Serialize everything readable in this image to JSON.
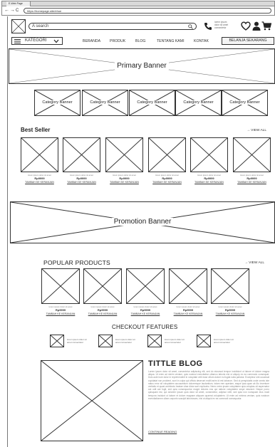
{
  "browser": {
    "tab_title": "E-Web Page",
    "url": "https://homepage.site/ehue",
    "back": "←",
    "forward": "→",
    "reload": "C"
  },
  "header": {
    "search_placeholder": "A search",
    "contact_lines": [
      "lorem ipsum",
      "dolor sit amet",
      "consectetur"
    ],
    "icons": [
      "logo-placeholder-icon",
      "search-icon",
      "phone-icon",
      "heart-icon",
      "user-icon",
      "cart-icon"
    ]
  },
  "nav": {
    "category_label": "KATEGORI",
    "links": [
      "BERANDA",
      "PRODUK",
      "BLOG",
      "TENTANG KAMI",
      "KONTAK"
    ],
    "cta_label": "BELANJA SEKARANG"
  },
  "primary_banner": {
    "label": "Primary Banner"
  },
  "category_banners": [
    {
      "label": "Category Banner"
    },
    {
      "label": "Category Banner"
    },
    {
      "label": "Category Banner"
    },
    {
      "label": "Category Banner"
    },
    {
      "label": "Category Banner"
    }
  ],
  "best_seller": {
    "title": "Best Seller",
    "view_all": "→ VIEW ALL",
    "products": [
      {
        "meta": "lorem ipsum dolor sit amet",
        "price": "Rp9999",
        "action": "TAMBAH KE KERANJAN"
      },
      {
        "meta": "lorem ipsum dolor sit amet",
        "price": "Rp9999",
        "action": "TAMBAH KE KERANJAN"
      },
      {
        "meta": "lorem ipsum dolor sit amet",
        "price": "Rp9999",
        "action": "TAMBAH KE KERANJAN"
      },
      {
        "meta": "lorem ipsum dolor sit amet",
        "price": "Rp9999",
        "action": "TAMBAH KE KERANJAN"
      },
      {
        "meta": "lorem ipsum dolor sit amet",
        "price": "Rp9999",
        "action": "TAMBAH KE KERANJAN"
      },
      {
        "meta": "lorem ipsum dolor sit amet",
        "price": "Rp9999",
        "action": "TAMBAH KE KERANJAN"
      }
    ]
  },
  "promotion_banner": {
    "label": "Promotion Banner"
  },
  "popular_products": {
    "title": "POPULAR PRODUCTS",
    "view_all": "→ VIEW ALL",
    "products": [
      {
        "meta": "lorem ipsum dolor sit amet",
        "price": "Rp9999",
        "action": "TAMBAH KE KERANJAN"
      },
      {
        "meta": "lorem ipsum dolor sit amet",
        "price": "Rp9999",
        "action": "TAMBAH KE KERANJAN"
      },
      {
        "meta": "lorem ipsum dolor sit amet",
        "price": "Rp9999",
        "action": "TAMBAH KE KERANJAN"
      },
      {
        "meta": "lorem ipsum dolor sit amet",
        "price": "Rp9999",
        "action": "TAMBAH KE KERANJAN"
      },
      {
        "meta": "lorem ipsum dolor sit amet",
        "price": "Rp9999",
        "action": "TAMBAH KE KERANJAN"
      }
    ]
  },
  "checkout_features": {
    "title": "CHECKOUT FEATURES",
    "items": [
      {
        "text": "lorem ipsum dolor sit amet consectetur"
      },
      {
        "text": "lorem ipsum dolor sit amet consectetur"
      },
      {
        "text": "lorem ipsum dolor sit amet consectetur"
      },
      {
        "text": "lorem ipsum dolor sit amet consectetur"
      }
    ]
  },
  "blog": {
    "title": "TITTLE BLOG",
    "body": "Lorem ipsum dolor sit amet, consectetur adipiscing elit, sed do eiusmod tempor incididunt ut labore et dolore magna aliqua. Ut enim ad minim veniam, quis nostrud exercitation ullamco laboris nisi ut aliquip ex ea commodo consequat. Duis aute irure dolor in reprehenderit in voluptate velit esse cillum dolore eu fugiat nulla pariatur. Excepteur sint occaecat cupidatat non proident, sunt in culpa qui officia deserunt mollit anim id est laborum. Sed ut perspiciatis unde omnis iste natus error sit voluptatem accusantium doloremque laudantium, totam rem aperiam, eaque ipsa quae ab illo inventore veritatis et quasi architecto beatae vitae dicta sunt explicabo. Nemo enim ipsam voluptatem quia voluptas sit aspernatur aut odit aut fugit, sed quia consequuntur magni dolores eos qui ratione voluptatem sequi nesciunt. Neque porro quisquam est, qui dolorem ipsum quia dolor sit amet, consectetur, adipisci velit, sed quia non numquam eius modi tempora incidunt ut labore et dolore magnam aliquam quaerat voluptatem. Ut enim ad minima veniam, quis nostrum exercitationem ullam corporis suscipit laboriosam, nisi ut aliquid ex ea commodi consequatur.",
    "link_label": "CONTINUE READING"
  }
}
